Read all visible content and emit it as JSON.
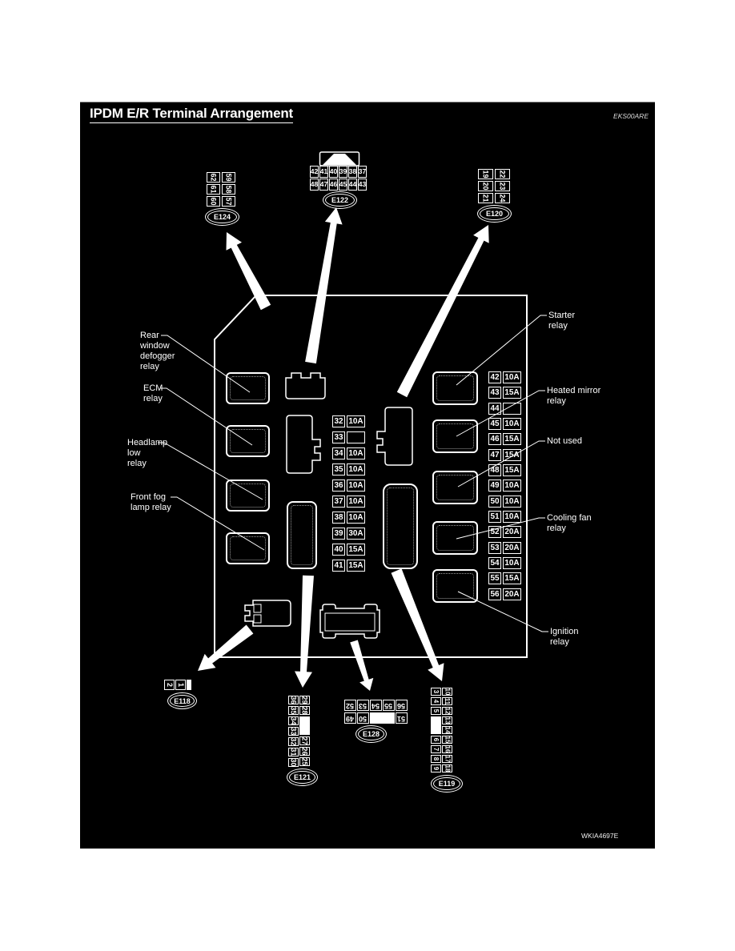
{
  "page": {
    "title": "IPDM E/R Terminal Arrangement",
    "doc_code": "EKS00ARE",
    "figure_code": "WKIA4697E"
  },
  "labels": {
    "rear_defogger": [
      "Rear",
      "window",
      "defogger",
      "relay"
    ],
    "ecm": [
      "ECM",
      "relay"
    ],
    "headlamp_low": [
      "Headlamp",
      "low",
      "relay"
    ],
    "front_fog": [
      "Front fog",
      "lamp relay"
    ],
    "starter": [
      "Starter",
      "relay"
    ],
    "heated_mirror": [
      "Heated mirror",
      "relay"
    ],
    "not_used": [
      "Not used"
    ],
    "cooling_fan": [
      "Cooling fan",
      "relay"
    ],
    "ignition": [
      "Ignition",
      "relay"
    ]
  },
  "connectors": {
    "e124": {
      "badge": "E124",
      "col1": [
        "62",
        "61",
        "60"
      ],
      "col2": [
        "59",
        "58",
        "57"
      ]
    },
    "e122": {
      "badge": "E122",
      "row1": [
        "42",
        "41",
        "40",
        "39",
        "38",
        "37"
      ],
      "row2": [
        "48",
        "47",
        "46",
        "45",
        "44",
        "43"
      ]
    },
    "e120": {
      "badge": "E120",
      "col1": [
        "19",
        "20",
        "21"
      ],
      "col2": [
        "22",
        "23",
        "24"
      ]
    },
    "e118": {
      "badge": "E118",
      "cells": [
        "2",
        "1"
      ]
    },
    "e121": {
      "badge": "E121",
      "col1": [
        "36",
        "35",
        "34",
        "33",
        "32",
        "31",
        "30"
      ],
      "col2": [
        "29",
        "28",
        "27",
        "26",
        "25"
      ]
    },
    "e128": {
      "badge": "E128",
      "row1": [
        "52",
        "53",
        "54",
        "55",
        "56"
      ],
      "row2": [
        "49",
        "50",
        "51"
      ]
    },
    "e119": {
      "badge": "E119",
      "col1": [
        "3",
        "4",
        "5",
        "6",
        "7",
        "8",
        "9"
      ],
      "col2": [
        "10",
        "11",
        "12",
        "13",
        "14",
        "15",
        "16",
        "17",
        "18"
      ]
    }
  },
  "fuses": {
    "middle": [
      {
        "num": "32",
        "amp": "10A"
      },
      {
        "num": "33",
        "amp": ""
      },
      {
        "num": "34",
        "amp": "10A"
      },
      {
        "num": "35",
        "amp": "10A"
      },
      {
        "num": "36",
        "amp": "10A"
      },
      {
        "num": "37",
        "amp": "10A"
      },
      {
        "num": "38",
        "amp": "10A"
      },
      {
        "num": "39",
        "amp": "30A"
      },
      {
        "num": "40",
        "amp": "15A"
      },
      {
        "num": "41",
        "amp": "15A"
      }
    ],
    "right": [
      {
        "num": "42",
        "amp": "10A"
      },
      {
        "num": "43",
        "amp": "15A"
      },
      {
        "num": "44",
        "amp": ""
      },
      {
        "num": "45",
        "amp": "10A"
      },
      {
        "num": "46",
        "amp": "15A"
      },
      {
        "num": "47",
        "amp": "15A"
      },
      {
        "num": "48",
        "amp": "15A"
      },
      {
        "num": "49",
        "amp": "10A"
      },
      {
        "num": "50",
        "amp": "10A"
      },
      {
        "num": "51",
        "amp": "10A"
      },
      {
        "num": "52",
        "amp": "20A"
      },
      {
        "num": "53",
        "amp": "20A"
      },
      {
        "num": "54",
        "amp": "10A"
      },
      {
        "num": "55",
        "amp": "15A"
      },
      {
        "num": "56",
        "amp": "20A"
      }
    ]
  }
}
